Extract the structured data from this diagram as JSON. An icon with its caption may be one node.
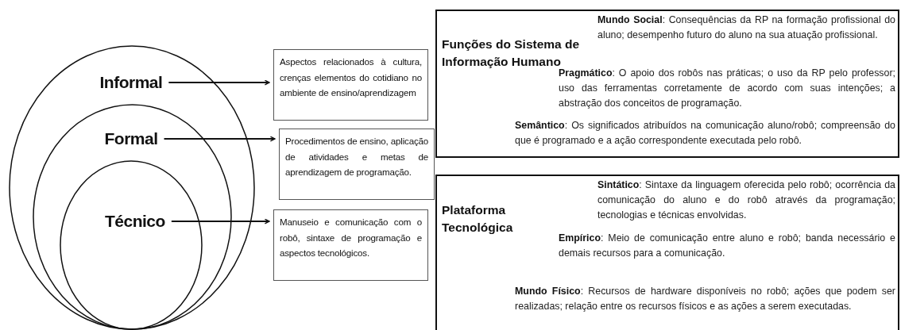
{
  "diagram": {
    "nodes": [
      {
        "text": [
          "Informal"
        ]
      },
      {
        "text": [
          "Formal"
        ],
        "in": 0
      },
      {
        "text": [
          "Técnico"
        ],
        "in": 1
      },
      {
        "text": [
          "Aspectos relacionados à cultura, crenças elementos do cotidiano no ambiente de ensino/aprendizagem"
        ]
      },
      {
        "text": [
          "Procedimentos de ensino, aplicação de atividades e metas de aprendizagem de programação."
        ]
      },
      {
        "text": [
          "Manuseio e comunicação com o robô, sintaxe de programação e aspectos tecnológicos."
        ]
      },
      {
        "text": [
          "Funções do Sistema de Informação Humano"
        ]
      },
      {
        "text": [
          "**Mundo Social**: Consequências da RP na formação profissional do aluno; desempenho futuro do aluno na sua atuação profissional."
        ],
        "in": 6
      },
      {
        "text": [
          "**Pragmático**: O apoio dos robôs nas práticas; o uso da RP pelo professor; uso das ferramentas corretamente de acordo com suas intenções; a abstração dos conceitos de programação."
        ],
        "in": 6
      },
      {
        "text": [
          "**Semântico**: Os significados atribuídos na comunicação aluno/robô; compreensão do que é programado e a ação correspondente executada pelo robô."
        ],
        "in": 6
      },
      {
        "text": [
          "Plataforma Tecnológica"
        ]
      },
      {
        "text": [
          "**Sintático**: Sintaxe da linguagem oferecida pelo robô; ocorrência da comunicação do aluno e do robô através da programação; tecnologias e técnicas envolvidas."
        ],
        "in": 10
      },
      {
        "text": [
          "**Empírico**: Meio de comunicação entre aluno e robô; banda necessário e demais recursos para a comunicação."
        ],
        "in": 10
      },
      {
        "text": [
          "**Mundo Físico**: Recursos de hardware disponíveis no robô; ações que podem ser realizadas; relação entre os recursos físicos e as ações a serem executadas."
        ],
        "in": 10
      }
    ],
    "edges": [
      {
        "from": 0,
        "to": 3,
        "arrow": "to"
      },
      {
        "from": 1,
        "to": 4,
        "arrow": "to"
      },
      {
        "from": 2,
        "to": 5,
        "arrow": "to"
      }
    ]
  }
}
